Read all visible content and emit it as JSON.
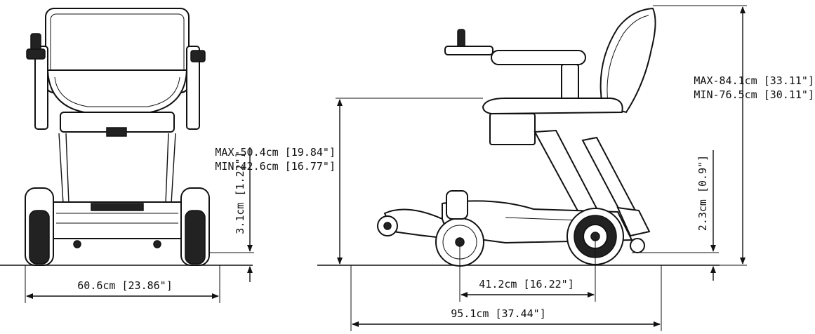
{
  "front_view": {
    "width_label": "60.6cm [23.86\"]",
    "ground_clearance_label": "3.1cm [1.22\"]"
  },
  "side_view": {
    "overall_height_max_label": "MAX-84.1cm [33.11\"]",
    "overall_height_min_label": "MIN-76.5cm [30.11\"]",
    "seat_height_max_label": "MAX-50.4cm [19.84\"]",
    "seat_height_min_label": "MIN-42.6cm [16.77\"]",
    "rear_clearance_label": "2.3cm [0.9\"]",
    "wheelbase_label": "41.2cm [16.22\"]",
    "overall_length_label": "95.1cm [37.44\"]"
  }
}
